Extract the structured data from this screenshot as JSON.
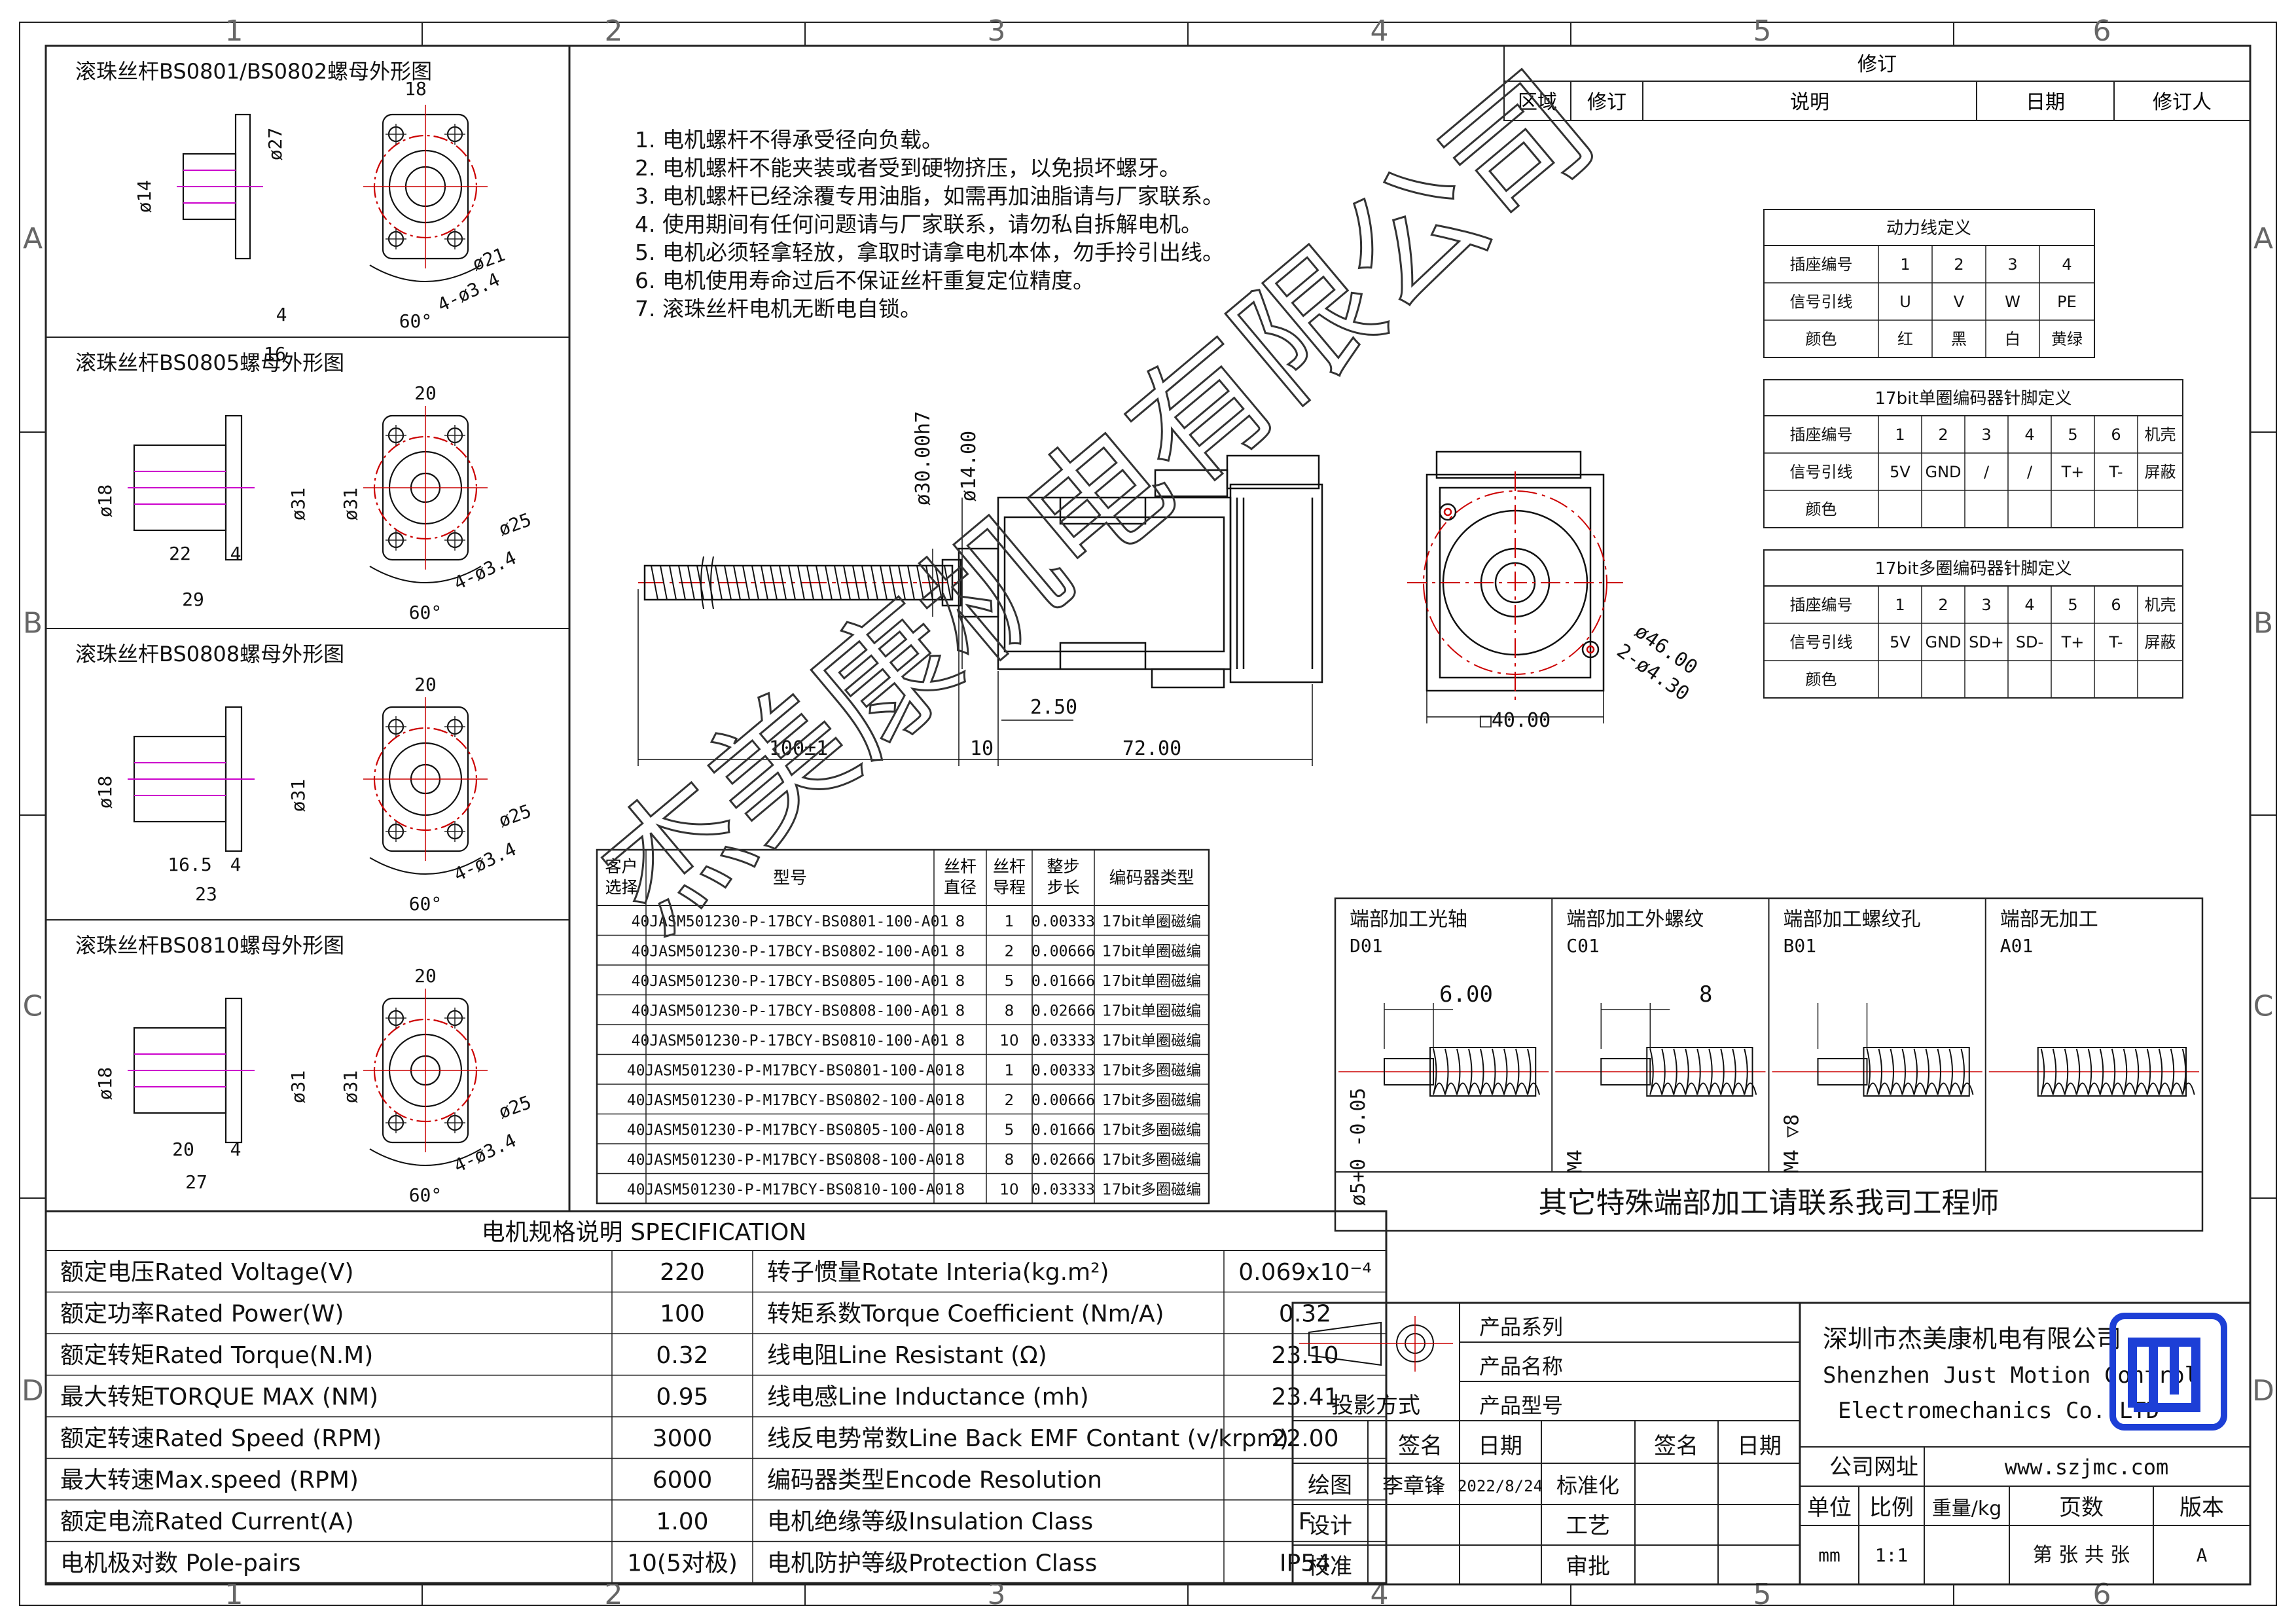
{
  "frame": {
    "columns": [
      "1",
      "2",
      "3",
      "4",
      "5",
      "6"
    ],
    "rows": [
      "A",
      "B",
      "C",
      "D"
    ]
  },
  "revision": {
    "title": "修订",
    "headers": [
      "区域",
      "修订",
      "说明",
      "日期",
      "修订人"
    ]
  },
  "notes": [
    "1. 电机螺杆不得承受径向负载。",
    "2. 电机螺杆不能夹装或者受到硬物挤压，以免损坏螺牙。",
    "3. 电机螺杆已经涂覆专用油脂，如需再加油脂请与厂家联系。",
    "4. 使用期间有任何问题请与厂家联系，请勿私自拆解电机。",
    "5. 电机必须轻拿轻放，拿取时请拿电机本体，勿手拎引出线。",
    "6. 电机使用寿命过后不保证丝杆重复定位精度。",
    "7. 滚珠丝杆电机无断电自锁。"
  ],
  "nut_views": [
    {
      "title": "滚珠丝杆BS0801/BS0802螺母外形图",
      "dims": [
        "ø14",
        "ø27",
        "18",
        "4",
        "16",
        "ø21",
        "4-ø3.4",
        "60°"
      ]
    },
    {
      "title": "滚珠丝杆BS0805螺母外形图",
      "dims": [
        "ø18",
        "ø31",
        "20",
        "22",
        "4",
        "29",
        "ø31",
        "ø25",
        "4-ø3.4",
        "60°"
      ]
    },
    {
      "title": "滚珠丝杆BS0808螺母外形图",
      "dims": [
        "ø18",
        "ø31",
        "20",
        "16.5",
        "4",
        "23",
        "ø25",
        "4-ø3.4",
        "60°"
      ]
    },
    {
      "title": "滚珠丝杆BS0810螺母外形图",
      "dims": [
        "ø18",
        "ø31",
        "20",
        "20",
        "4",
        "27",
        "ø31",
        "ø25",
        "4-ø3.4",
        "60°"
      ]
    }
  ],
  "main_dims": [
    "ø30.00h7",
    "ø14.00",
    "2.50",
    "100±1",
    "10",
    "72.00",
    "ø46.00",
    "2-ø4.30",
    "□40.00"
  ],
  "power_table": {
    "title": "动力线定义",
    "rows": [
      [
        "插座编号",
        "1",
        "2",
        "3",
        "4"
      ],
      [
        "信号引线",
        "U",
        "V",
        "W",
        "PE"
      ],
      [
        "颜色",
        "红",
        "黑",
        "白",
        "黄绿"
      ]
    ]
  },
  "encoder_single": {
    "title": "17bit单圈编码器针脚定义",
    "rows": [
      [
        "插座编号",
        "1",
        "2",
        "3",
        "4",
        "5",
        "6",
        "机壳"
      ],
      [
        "信号引线",
        "5V",
        "GND",
        "/",
        "/",
        "T+",
        "T-",
        "屏蔽"
      ],
      [
        "颜色",
        "",
        "",
        "",
        "",
        "",
        "",
        ""
      ]
    ]
  },
  "encoder_multi": {
    "title": "17bit多圈编码器针脚定义",
    "rows": [
      [
        "插座编号",
        "1",
        "2",
        "3",
        "4",
        "5",
        "6",
        "机壳"
      ],
      [
        "信号引线",
        "5V",
        "GND",
        "SD+",
        "SD-",
        "T+",
        "T-",
        "屏蔽"
      ],
      [
        "颜色",
        "",
        "",
        "",
        "",
        "",
        "",
        ""
      ]
    ]
  },
  "model_table": {
    "headers": [
      "客户\n选择",
      "型号",
      "丝杆\n直径",
      "丝杆\n导程",
      "整步\n步长",
      "编码器类型"
    ],
    "rows": [
      [
        "",
        "40JASM501230-P-17BCY-BS0801-100-A01",
        "8",
        "1",
        "0.00333",
        "17bit单圈磁编"
      ],
      [
        "",
        "40JASM501230-P-17BCY-BS0802-100-A01",
        "8",
        "2",
        "0.00666",
        "17bit单圈磁编"
      ],
      [
        "",
        "40JASM501230-P-17BCY-BS0805-100-A01",
        "8",
        "5",
        "0.01666",
        "17bit单圈磁编"
      ],
      [
        "",
        "40JASM501230-P-17BCY-BS0808-100-A01",
        "8",
        "8",
        "0.02666",
        "17bit单圈磁编"
      ],
      [
        "",
        "40JASM501230-P-17BCY-BS0810-100-A01",
        "8",
        "10",
        "0.03333",
        "17bit单圈磁编"
      ],
      [
        "",
        "40JASM501230-P-M17BCY-BS0801-100-A01",
        "8",
        "1",
        "0.00333",
        "17bit多圈磁编"
      ],
      [
        "",
        "40JASM501230-P-M17BCY-BS0802-100-A01",
        "8",
        "2",
        "0.00666",
        "17bit多圈磁编"
      ],
      [
        "",
        "40JASM501230-P-M17BCY-BS0805-100-A01",
        "8",
        "5",
        "0.01666",
        "17bit多圈磁编"
      ],
      [
        "",
        "40JASM501230-P-M17BCY-BS0808-100-A01",
        "8",
        "8",
        "0.02666",
        "17bit多圈磁编"
      ],
      [
        "",
        "40JASM501230-P-M17BCY-BS0810-100-A01",
        "8",
        "10",
        "0.03333",
        "17bit多圈磁编"
      ]
    ]
  },
  "end_processing": {
    "cells": [
      {
        "title": "端部加工光轴",
        "code": "D01",
        "dim": "6.00",
        "vdim": "ø5+0 -0.05"
      },
      {
        "title": "端部加工外螺纹",
        "code": "C01",
        "dim": "8",
        "vdim": "M4"
      },
      {
        "title": "端部加工螺纹孔",
        "code": "B01",
        "dim": "",
        "vdim": "M4 ▽8"
      },
      {
        "title": "端部无加工",
        "code": "A01",
        "dim": "",
        "vdim": ""
      }
    ],
    "footer": "其它特殊端部加工请联系我司工程师"
  },
  "spec": {
    "title": "电机规格说明 SPECIFICATION",
    "rows": [
      [
        "额定电压Rated Voltage(V)",
        "220",
        "转子惯量Rotate Interia(kg.m²)",
        "0.069x10⁻⁴"
      ],
      [
        "额定功率Rated Power(W)",
        "100",
        "转矩系数Torque Coefficient (Nm/A)",
        "0.32"
      ],
      [
        "额定转矩Rated Torque(N.M)",
        "0.32",
        "线电阻Line Resistant (Ω)",
        "23.10"
      ],
      [
        "最大转矩TORQUE MAX (NM)",
        "0.95",
        "线电感Line Inductance (mh)",
        "23.41"
      ],
      [
        "额定转速Rated Speed (RPM)",
        "3000",
        "线反电势常数Line Back EMF Contant (v/krpm)",
        "22.00"
      ],
      [
        "最大转速Max.speed (RPM)",
        "6000",
        "编码器类型Encode Resolution",
        ""
      ],
      [
        "额定电流Rated Current(A)",
        "1.00",
        "电机绝缘等级Insulation Class",
        "F"
      ],
      [
        "电机极对数 Pole-pairs",
        "10(5对极)",
        "电机防护等级Protection Class",
        "IP54"
      ]
    ]
  },
  "titleblock": {
    "projection": "投影方式",
    "product_series": "产品系列",
    "product_name": "产品名称",
    "product_model": "产品型号",
    "sign": "签名",
    "date": "日期",
    "drawn": "绘图",
    "drawn_name": "李章锋",
    "drawn_date": "2022/8/24",
    "design": "设计",
    "check": "校准",
    "standard": "标准化",
    "process": "工艺",
    "approve": "审批",
    "company_cn": "深圳市杰美康机电有限公司",
    "company_en1": "Shenzhen Just Motion Control",
    "company_en2": "Electromechanics Co.,LTD",
    "website_label": "公司网址",
    "website": "www.szjmc.com",
    "unit": "单位",
    "scale": "比例",
    "weight": "重量/kg",
    "pages": "页数",
    "version": "版本",
    "unit_val": "mm",
    "scale_val": "1:1",
    "pages_val": "第 张 共 张",
    "version_val": "A"
  },
  "watermark": "杰美康机电有限公司"
}
